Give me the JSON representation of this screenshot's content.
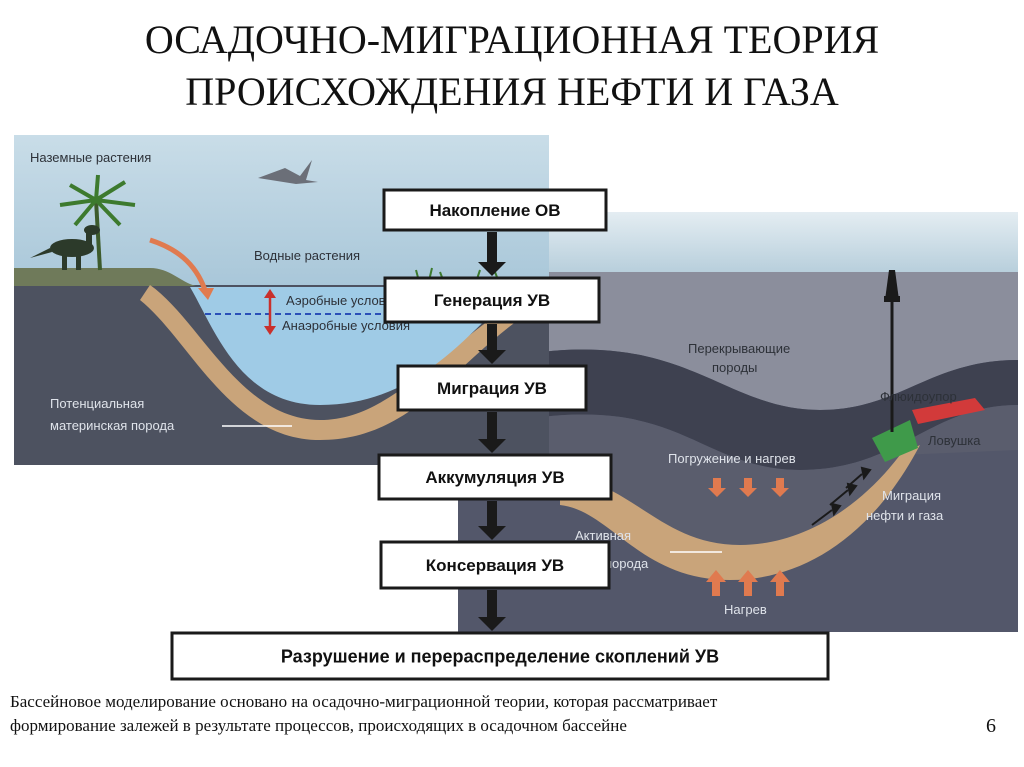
{
  "title": {
    "line1": "ОСАДОЧНО-МИГРАЦИОННАЯ ТЕОРИЯ",
    "line2": "ПРОИСХОЖДЕНИЯ НЕФТИ И ГАЗА"
  },
  "left_panel": {
    "label_land_plants": "Наземные растения",
    "label_water_plants": "Водные растения",
    "label_aerobic": "Аэробные условия",
    "label_anaerobic": "Анаэробные условия",
    "label_source_rock_1": "Потенциальная",
    "label_source_rock_2": "материнская порода"
  },
  "right_panel": {
    "label_overlying_1": "Перекрывающие",
    "label_overlying_2": "породы",
    "label_seal": "Флюидоупор",
    "label_trap": "Ловушка",
    "label_burial": "Погружение и нагрев",
    "label_migration_1": "Миграция",
    "label_migration_2": "нефти и газа",
    "label_active_1": "Активная",
    "label_active_2": "порода",
    "label_heating": "Нагрев"
  },
  "steps": [
    "Накопление ОВ",
    "Генерация УВ",
    "Миграция УВ",
    "Аккумуляция УВ",
    "Консервация УВ",
    "Разрушение и перераспределение скоплений УВ"
  ],
  "caption": {
    "line1": "Бассейновое моделирование основано на осадочно-миграционной теории, которая рассматривает",
    "line2": "формирование залежей в результате процессов, происходящих в осадочном бассейне"
  },
  "page_number": "6",
  "colors": {
    "sky": "#a9c7d9",
    "water": "#9fcbe6",
    "ground": "#4d5260",
    "sediment": "#c9a47a",
    "trap_green": "#3f9a4a",
    "seal_red": "#d23a3a",
    "arrow": "#1a1a1a"
  }
}
